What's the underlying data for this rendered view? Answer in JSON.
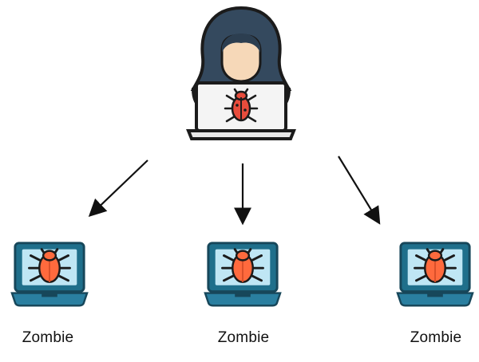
{
  "colors": {
    "hood": "#34495e",
    "hood_outline": "#1b1b1b",
    "skin": "#f6d8b8",
    "laptop_screen": "#f4f4f4",
    "bug_red": "#e74c3c",
    "bug_orange": "#ff6a3d",
    "zombie_frame": "#1f6f8b",
    "zombie_base": "#2a7fa0",
    "zombie_screen": "#bfe6f4",
    "arrow": "#111111"
  },
  "icons": {
    "attacker": "hacker-icon",
    "zombie": "infected-laptop-icon"
  },
  "nodes": [
    {
      "label": "Zombie"
    },
    {
      "label": "Zombie"
    },
    {
      "label": "Zombie"
    }
  ]
}
